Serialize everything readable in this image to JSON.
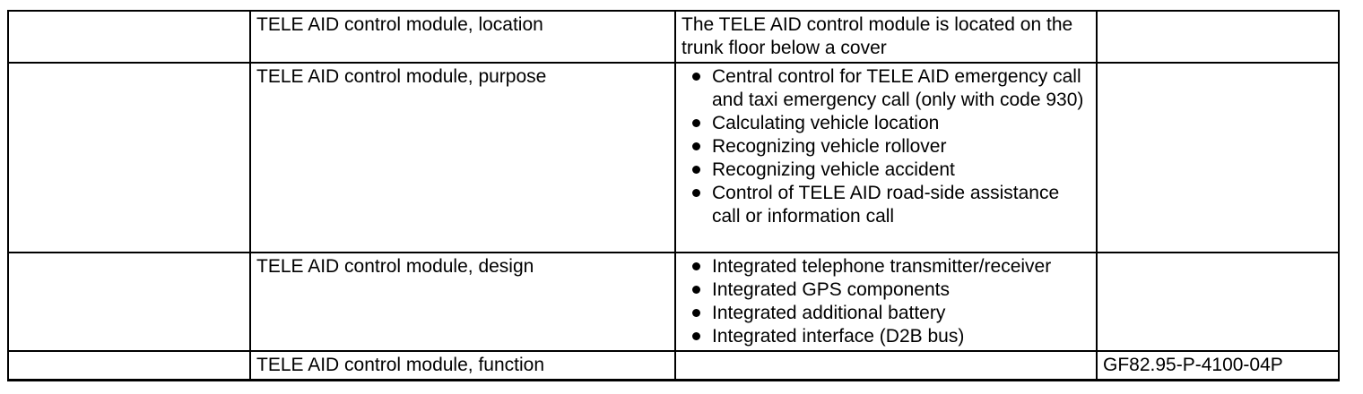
{
  "document": {
    "colors": {
      "text": "#000000",
      "border": "#000000",
      "background": "#ffffff"
    },
    "table": {
      "rows": [
        {
          "topic": "TELE AID control module, location",
          "description": "The TELE AID control module is located on the trunk floor below a cover",
          "bullets": [],
          "ref": ""
        },
        {
          "topic": "TELE AID control module, purpose",
          "description": "",
          "bullets": [
            "Central control for TELE AID emergency call and taxi emergency call (only with code 930)",
            "Calculating vehicle location",
            "Recognizing vehicle rollover",
            "Recognizing vehicle accident",
            "Control of TELE AID road-side assistance call or information call"
          ],
          "ref": ""
        },
        {
          "topic": "TELE AID control module, design",
          "description": "",
          "bullets": [
            "Integrated telephone transmitter/receiver",
            "Integrated GPS components",
            "Integrated additional battery",
            "Integrated interface (D2B bus)"
          ],
          "ref": ""
        },
        {
          "topic": "TELE AID control module, function",
          "description": "",
          "bullets": [],
          "ref": "GF82.95-P-4100-04P"
        }
      ]
    }
  }
}
